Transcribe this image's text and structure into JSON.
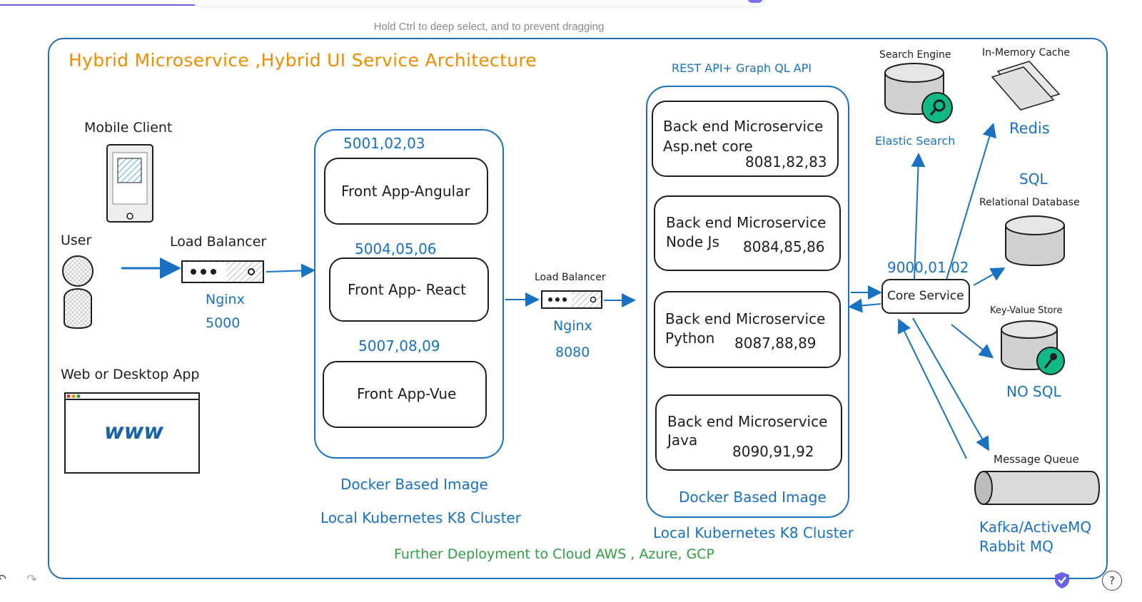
{
  "toolbar": {
    "hint": "Hold Ctrl to deep select, and to prevent dragging"
  },
  "diagram": {
    "title": "Hybrid Microservice ,Hybrid UI Service Architecture",
    "clients": {
      "mobile": "Mobile Client",
      "user": "User",
      "web": "Web or Desktop App",
      "web_glyph": "www"
    },
    "load_balancer_1": {
      "label": "Load Balancer",
      "server": "Nginx",
      "port": "5000"
    },
    "frontend_cluster": {
      "apps": [
        {
          "port": "5001,02,03",
          "name": "Front App-Angular"
        },
        {
          "port": "5004,05,06",
          "name": "Front App- React"
        },
        {
          "port": "5007,08,09",
          "name": "Front App-Vue"
        }
      ],
      "image_label": "Docker Based Image",
      "cluster_label": "Local Kubernetes K8 Cluster"
    },
    "load_balancer_2": {
      "label": "Load Balancer",
      "server": "Nginx",
      "port": "8080"
    },
    "backend_cluster": {
      "api_label": "REST API+ Graph QL API",
      "services": [
        {
          "line1": "Back end Microservice",
          "line2": "Asp.net core",
          "port": "8081,82,83"
        },
        {
          "line1": "Back end Microservice",
          "line2": "Node Js",
          "port": "8084,85,86"
        },
        {
          "line1": "Back end Microservice",
          "line2": "Python",
          "port": "8087,88,89"
        },
        {
          "line1": "Back end Microservice",
          "line2": "Java",
          "port": "8090,91,92"
        }
      ],
      "image_label": "Docker Based Image",
      "cluster_label": "Local Kubernetes K8 Cluster"
    },
    "core": {
      "port": "9000,01,02",
      "name": "Core Service"
    },
    "stores": {
      "search": {
        "caption": "Search Engine",
        "name": "Elastic Search"
      },
      "cache": {
        "caption": "In-Memory Cache",
        "name": "Redis"
      },
      "sql": {
        "name": "SQL",
        "caption": "Relational Database"
      },
      "nosql": {
        "caption": "Key-Value Store",
        "name": "NO SQL"
      },
      "queue": {
        "caption": "Message Queue",
        "name_line1": "Kafka/ActiveMQ",
        "name_line2": "Rabbit MQ"
      }
    },
    "footer": "Further Deployment to Cloud AWS , Azure, GCP"
  },
  "colors": {
    "title": "#f08c00",
    "accent_blue": "#1971c2",
    "footer_green": "#2f9e44",
    "stroke": "#1e1e1e"
  },
  "icons": [
    "undo-icon",
    "redo-icon",
    "help-icon",
    "shield-icon",
    "magnifier-icon",
    "key-icon"
  ]
}
